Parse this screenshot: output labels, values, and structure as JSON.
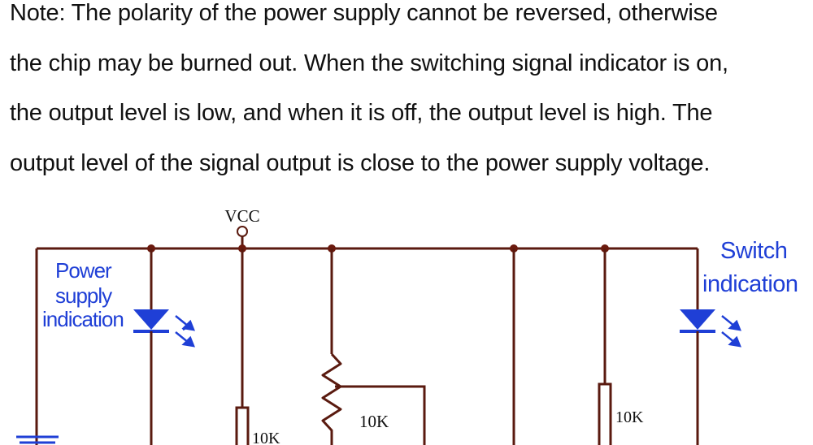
{
  "note": {
    "lines": [
      "Note: The polarity of the power supply cannot be reversed, otherwise",
      "the chip may be burned out. When the switching signal indicator is on,",
      "the output level is low, and when it is off, the output level is high. The",
      "output level of the signal output is close to the power supply voltage."
    ]
  },
  "schematic": {
    "vcc_label": "VCC",
    "power_indicator_label": [
      "Power",
      "supply",
      "indication"
    ],
    "switch_indicator_label": [
      "Switch",
      "indication"
    ],
    "resistor_left_label": "10K",
    "potentiometer_label": "10K",
    "resistor_right_label": "10K"
  },
  "colors": {
    "wire": "#5a1a0f",
    "node": "#6b1a0e",
    "led": "#1f3fd6",
    "text_blue": "#1f3fd6",
    "text": "#111111"
  }
}
